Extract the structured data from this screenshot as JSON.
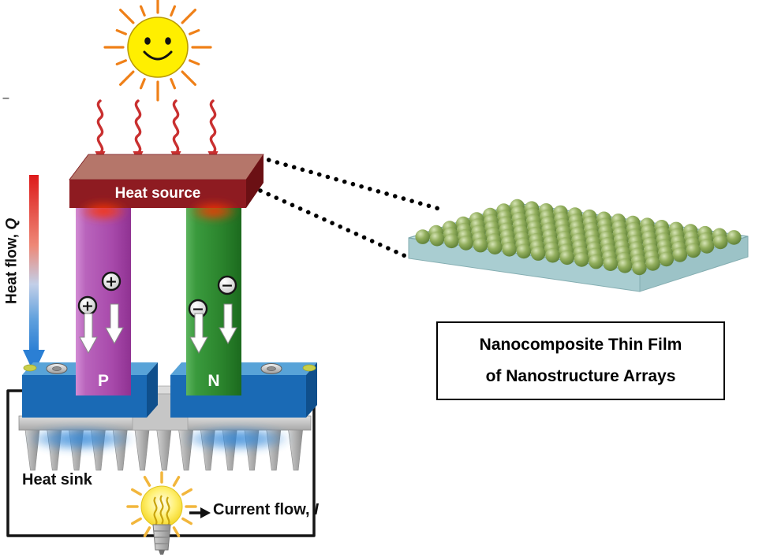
{
  "labels": {
    "heat_source": "Heat source",
    "heat_flow_label": "Heat flow, ",
    "heat_flow_var": "Q",
    "p_leg": "P",
    "n_leg": "N",
    "heat_sink": "Heat sink",
    "current_flow_label": "Current flow, ",
    "current_flow_var": "I",
    "stray_dash": "–"
  },
  "callout": {
    "line1": "Nanocomposite Thin Film",
    "line2": "of Nanostructure Arrays"
  },
  "symbols": {
    "plus": "+",
    "minus": "−"
  },
  "figure": {
    "sun_rays": 16,
    "radiation_arrows": 4,
    "heat_sink_fins": 13,
    "bulb_rays": 12,
    "nanofilm": {
      "rows": 8,
      "cols": 16
    }
  },
  "colors": {
    "heat_source_front": "#8e1b21",
    "heat_source_top": "#b5766a",
    "heat_source_side": "#6b1014",
    "p_leg": "#a84aab",
    "n_leg": "#2a832c",
    "electrode": "#1a6ab5",
    "electrode_top": "#58a3d8",
    "heat_arrow_hot": "#dd1a1a",
    "heat_arrow_cold": "#2b7fd4",
    "radiation_arrow": "#c93030",
    "sun_fill": "#ffef00",
    "sun_ray": "#ef8018",
    "film_fill": "#c2e2e4",
    "sphere_fill": "#93af5e",
    "bulb_fill": "#ffe93d"
  }
}
